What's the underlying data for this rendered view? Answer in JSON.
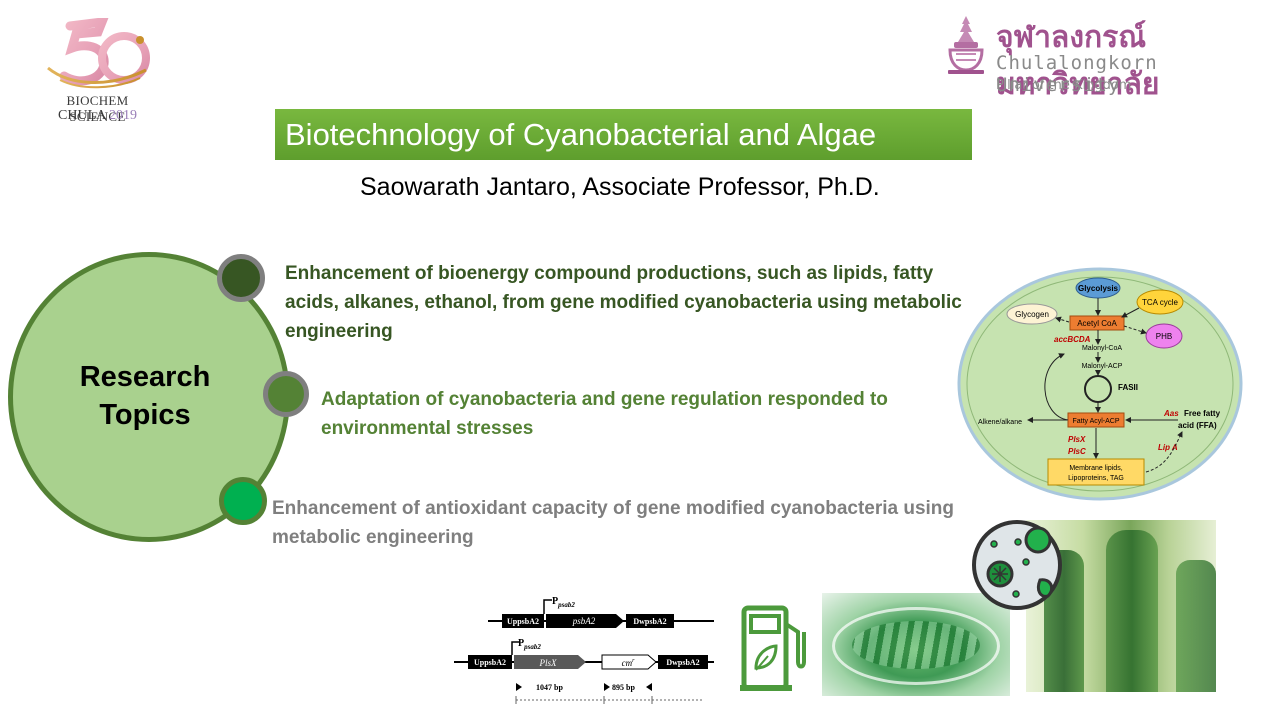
{
  "logo_left": {
    "caption_line1": "BIOCHEM SCIENCE",
    "caption_line2_text": "CHULA",
    "caption_line2_year": "2019"
  },
  "logo_right": {
    "thai_name": "จุฬาลงกรณ์มหาวิทยาลัย",
    "english_name": "Chulalongkorn University",
    "tagline": "Pillar of the Kingdom"
  },
  "title": "Biotechnology of Cyanobacterial and Algae",
  "author": "Saowarath Jantaro, Associate Professor, Ph.D.",
  "research": {
    "label_line1": "Research",
    "label_line2": "Topics",
    "topics": [
      {
        "text": "Enhancement of bioenergy compound productions, such as lipids, fatty acids, alkanes, ethanol, from gene modified cyanobacteria using metabolic engineering",
        "color": "#375623"
      },
      {
        "text": "Adaptation of cyanobacteria and gene regulation responded to environmental stresses",
        "color": "#548235"
      },
      {
        "text": "Enhancement of antioxidant capacity of gene modified cyanobacteria using metabolic engineering",
        "color": "#7f7f7f"
      }
    ]
  },
  "pathway": {
    "glycolysis": "Glycolysis",
    "tca": "TCA cycle",
    "glycogen": "Glycogen",
    "acetyl_coa": "Acetyl CoA",
    "phb": "PHB",
    "accbcda": "accBCDA",
    "malonyl_coa": "Malonyl-CoA",
    "malonyl_acp": "Malonyl-ACP",
    "fasii": "FASII",
    "aas": "Aas",
    "alkene": "Alkene/alkane",
    "fatty_acyl_acp": "Fatty Acyl-ACP",
    "ffa_line1": "Free fatty",
    "ffa_line2": "acid (FFA)",
    "plsx": "PlsX",
    "plsc": "PlsC",
    "lipa": "Lip A",
    "membrane_line1": "Membrane lipids,",
    "membrane_line2": "Lipoproteins, TAG"
  },
  "gene_construct": {
    "promoter": "P",
    "promoter_sub": "psab2",
    "up": "UppsbA2",
    "gene1": "psbA2",
    "dw": "DwpsbA2",
    "gene2": "PlsX",
    "marker": "cm",
    "marker_sup": "r",
    "size1": "1047 bp",
    "size2": "895 bp"
  },
  "icons": [
    "fuel-pump-icon",
    "microbe-cell-icon"
  ],
  "colors": {
    "banner_green": "#6aab35",
    "circle_fill": "#a9d18e",
    "circle_border": "#548235",
    "dark_green": "#375623",
    "bright_green": "#00b050",
    "gray": "#7f7f7f",
    "chula_pink": "#a0528e"
  }
}
